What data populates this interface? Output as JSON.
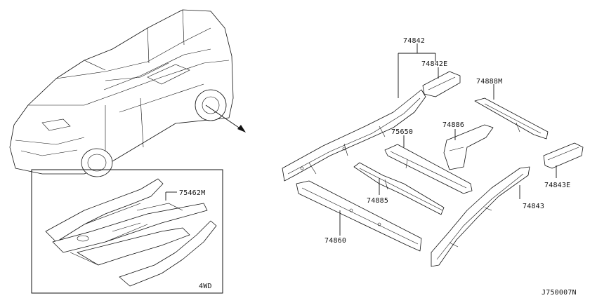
{
  "diagram": {
    "labels": {
      "p74842": "74842",
      "p74842E": "74842E",
      "p74888M": "74888M",
      "p74886": "74886",
      "p75650": "75650",
      "p74885": "74885",
      "p74860": "74860",
      "p74843": "74843",
      "p74843E": "74843E",
      "p75462M": "75462M",
      "inset": "4WD",
      "code": "J750007N"
    }
  }
}
